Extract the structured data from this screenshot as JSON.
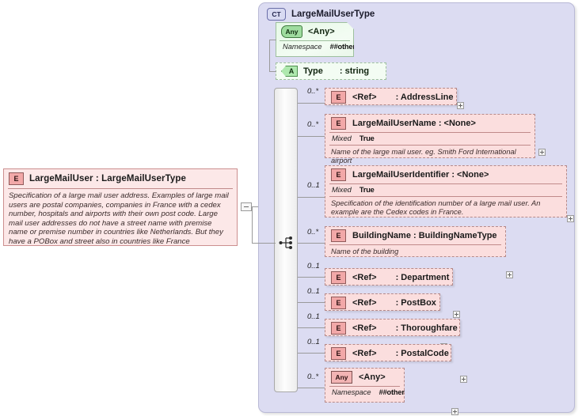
{
  "root_element": {
    "badge": "E",
    "title": "LargeMailUser : LargeMailUserType",
    "documentation": "Specification of a large mail user address. Examples of large mail users are postal companies, companies in France with a cedex number, hospitals and airports with their own post code. Large mail user addresses do not have a street name with premise name or premise number in countries like Netherlands. But they have a POBox and street also in countries like France"
  },
  "complex_type": {
    "badge": "CT",
    "title": "LargeMailUserType"
  },
  "wildcard_top": {
    "badge": "Any",
    "title": "<Any>",
    "prop_key": "Namespace",
    "prop_val": "##other"
  },
  "attribute_type": {
    "badge": "A",
    "name": "Type",
    "type": ": string"
  },
  "sequence_icon": "sequence-icon",
  "elements": [
    {
      "occurrence": "0..*",
      "badge": "E",
      "name": "<Ref>",
      "type": ": AddressLine",
      "documentation": null,
      "mixed_key": null,
      "mixed_val": null,
      "expander": "+"
    },
    {
      "occurrence": "0..*",
      "badge": "E",
      "name": "LargeMailUserName : <None>",
      "type": null,
      "mixed_key": "Mixed",
      "mixed_val": "True",
      "documentation": "Name of the large mail user. eg. Smith Ford International airport",
      "expander": "+"
    },
    {
      "occurrence": "0..1",
      "badge": "E",
      "name": "LargeMailUserIdentifier : <None>",
      "type": null,
      "mixed_key": "Mixed",
      "mixed_val": "True",
      "documentation": "Specification of the identification number of a large mail user. An example are the Cedex codes in France.",
      "expander": "+"
    },
    {
      "occurrence": "0..*",
      "badge": "E",
      "name": "BuildingName : BuildingNameType",
      "type": null,
      "mixed_key": null,
      "mixed_val": null,
      "documentation": "Name of the building",
      "expander": "+"
    },
    {
      "occurrence": "0..1",
      "badge": "E",
      "name": "<Ref>",
      "type": ": Department",
      "documentation": null,
      "mixed_key": null,
      "mixed_val": null,
      "expander": "+"
    },
    {
      "occurrence": "0..1",
      "badge": "E",
      "name": "<Ref>",
      "type": ": PostBox",
      "documentation": null,
      "mixed_key": null,
      "mixed_val": null,
      "expander": "+"
    },
    {
      "occurrence": "0..1",
      "badge": "E",
      "name": "<Ref>",
      "type": ": Thoroughfare",
      "documentation": null,
      "mixed_key": null,
      "mixed_val": null,
      "expander": "+"
    },
    {
      "occurrence": "0..1",
      "badge": "E",
      "name": "<Ref>",
      "type": ": PostalCode",
      "documentation": null,
      "mixed_key": null,
      "mixed_val": null,
      "expander": "+"
    }
  ],
  "wildcard_bottom": {
    "occurrence": "0..*",
    "badge": "Any",
    "title": "<Any>",
    "prop_key": "Namespace",
    "prop_val": "##other"
  },
  "colors": {
    "element_fill": "#fbdede",
    "element_border": "#b58a8a",
    "container_fill": "#dcdcf2",
    "container_border": "#b9b9d6",
    "attribute_fill": "#e2f7e2",
    "attribute_border": "#9ec09e",
    "connector": "#9a9a9a"
  }
}
